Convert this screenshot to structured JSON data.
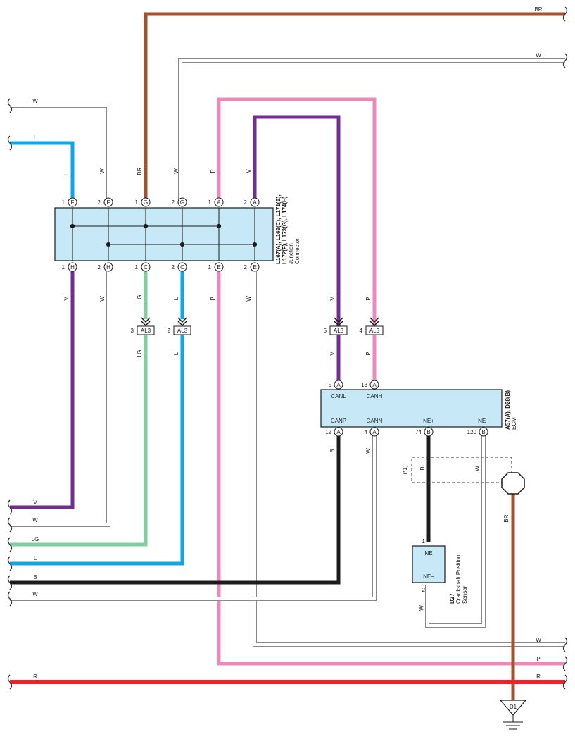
{
  "wire_labels": {
    "br_top": "BR",
    "w_top": "W",
    "w_left_top": "W",
    "l_left_top": "L",
    "v_left_bottom": "V",
    "w_left_mid": "W",
    "lg_left": "LG",
    "l_left_bottom": "L",
    "b_left": "B",
    "w_left_bottom": "W",
    "w_right_1": "W",
    "p_right": "P",
    "r_left": "R",
    "r_right": "R",
    "br_ground": "BR"
  },
  "junction_connector": {
    "name": [
      "L167(A), L169(C), L171(E),",
      "L172(F), L173(G), L174(H)"
    ],
    "desc": [
      "Junction",
      "Connector"
    ],
    "top_pins": [
      {
        "num": "1",
        "letter": "F",
        "wire": "L"
      },
      {
        "num": "2",
        "letter": "F",
        "wire": "W"
      },
      {
        "num": "1",
        "letter": "G",
        "wire": "BR"
      },
      {
        "num": "2",
        "letter": "G",
        "wire": "W"
      },
      {
        "num": "1",
        "letter": "A",
        "wire": "P"
      },
      {
        "num": "2",
        "letter": "A",
        "wire": "V"
      }
    ],
    "bottom_pins": [
      {
        "num": "1",
        "letter": "H",
        "wire": "V"
      },
      {
        "num": "2",
        "letter": "H",
        "wire": "W"
      },
      {
        "num": "1",
        "letter": "C",
        "wire": "LG"
      },
      {
        "num": "2",
        "letter": "C",
        "wire": "L"
      },
      {
        "num": "1",
        "letter": "E",
        "wire": "P"
      },
      {
        "num": "2",
        "letter": "E",
        "wire": "W"
      }
    ]
  },
  "inline_connectors": [
    {
      "pin": "3",
      "name": "AL3",
      "wire_below": "LG"
    },
    {
      "pin": "2",
      "name": "AL3",
      "wire_below": "L"
    },
    {
      "pin": "5",
      "name": "AL3",
      "wire_above": "V",
      "wire_below": "V"
    },
    {
      "pin": "4",
      "name": "AL3",
      "wire_above": "P",
      "wire_below": "P"
    }
  ],
  "ecm": {
    "name": "A57(A), D28(B)",
    "desc": "ECM",
    "top_pins": [
      {
        "num": "5",
        "letter": "A",
        "signal": "CANL"
      },
      {
        "num": "13",
        "letter": "A",
        "signal": "CANH"
      }
    ],
    "bottom_pins": [
      {
        "num": "12",
        "letter": "A",
        "signal": "CANP",
        "wire": "B"
      },
      {
        "num": "4",
        "letter": "A",
        "signal": "CANN",
        "wire": "W"
      },
      {
        "num": "74",
        "letter": "B",
        "signal": "NE+"
      },
      {
        "num": "120",
        "letter": "B",
        "signal": "NE−"
      }
    ]
  },
  "shield": {
    "note": "(*1)",
    "wire_b": "B",
    "wire_w": "W"
  },
  "sensor": {
    "name": "D27",
    "desc": [
      "Crankshaft Position",
      "Sensor"
    ],
    "pin1": "1",
    "pin1_signal": "NE",
    "pin2": "2",
    "pin2_signal": "NE−",
    "wire_below": "W"
  },
  "ground": {
    "name": "D1"
  },
  "colors": {
    "brown": "#a2522f",
    "pink": "#ee88bb",
    "purple": "#722d91",
    "blue": "#0fa6e6",
    "green": "#7fcf9f",
    "black": "#1c1c1c",
    "red": "#ee2228",
    "white_wire": "#888888",
    "component_fill": "#c7e8f7"
  }
}
